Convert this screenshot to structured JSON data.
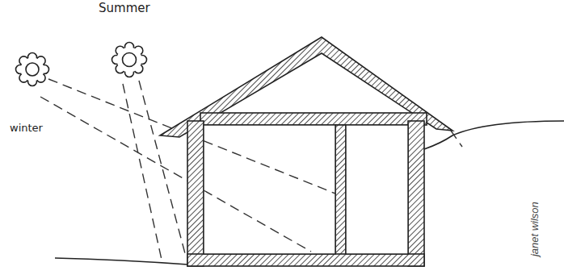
{
  "diagram": {
    "labels": [
      "Summer",
      "winter",
      "janet wilson"
    ]
  }
}
